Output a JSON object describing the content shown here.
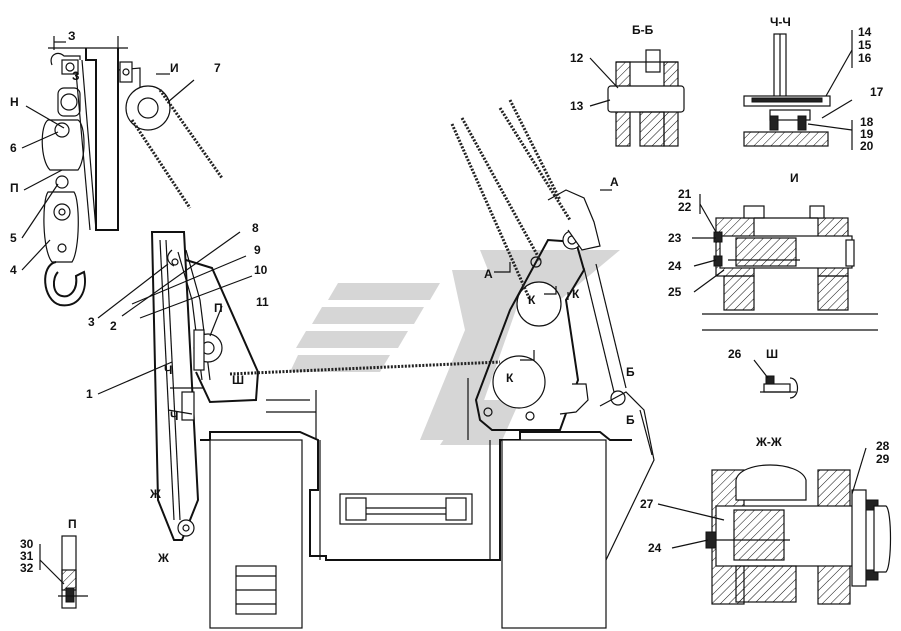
{
  "sections": {
    "bb": "Б-Б",
    "chch": "Ч-Ч",
    "i": "И",
    "sh": "Ш",
    "zhzh": "Ж-Ж",
    "p": "П"
  },
  "section_marks": {
    "z": "З",
    "z2": "З",
    "n": "Н",
    "p1": "П",
    "p2": "П",
    "i": "И",
    "a1": "А",
    "a2": "А",
    "k1": "К",
    "k2": "К",
    "k3": "К",
    "b1": "Б",
    "b2": "Б",
    "ch1": "Ч",
    "ch2": "Ч",
    "sh": "Ш",
    "zh1": "Ж",
    "zh2": "Ж"
  },
  "callouts": [
    "1",
    "2",
    "3",
    "4",
    "5",
    "6",
    "7",
    "8",
    "9",
    "10",
    "11",
    "12",
    "13",
    "14",
    "15",
    "16",
    "17",
    "18",
    "19",
    "20",
    "21",
    "22",
    "23",
    "24",
    "24",
    "25",
    "26",
    "27",
    "28",
    "29",
    "30",
    "31",
    "32"
  ]
}
